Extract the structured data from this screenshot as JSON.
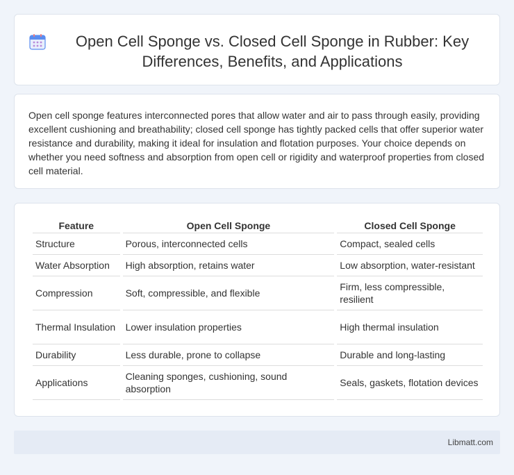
{
  "header": {
    "icon": "calendar-icon",
    "title": "Open Cell Sponge vs. Closed Cell Sponge in Rubber: Key Differences, Benefits, and Applications"
  },
  "intro": {
    "text": "Open cell sponge features interconnected pores that allow water and air to pass through easily, providing excellent cushioning and breathability; closed cell sponge has tightly packed cells that offer superior water resistance and durability, making it ideal for insulation and flotation purposes. Your choice depends on whether you need softness and absorption from open cell or rigidity and waterproof properties from closed cell material."
  },
  "table": {
    "headers": [
      "Feature",
      "Open Cell Sponge",
      "Closed Cell Sponge"
    ],
    "rows": [
      [
        "Structure",
        "Porous, interconnected cells",
        "Compact, sealed cells"
      ],
      [
        "Water Absorption",
        "High absorption, retains water",
        "Low absorption, water-resistant"
      ],
      [
        "Compression",
        "Soft, compressible, and flexible",
        "Firm, less compressible, resilient"
      ],
      [
        "Thermal Insulation",
        "Lower insulation properties",
        "High thermal insulation"
      ],
      [
        "Durability",
        "Less durable, prone to collapse",
        "Durable and long-lasting"
      ],
      [
        "Applications",
        "Cleaning sponges, cushioning, sound absorption",
        "Seals, gaskets, flotation devices"
      ]
    ]
  },
  "footer": {
    "text": "Libmatt.com"
  },
  "colors": {
    "background": "#f0f4fa",
    "card": "#ffffff",
    "footer": "#e5ebf5",
    "icon_blue": "#5b8def",
    "icon_red": "#f07a7a",
    "icon_grid": "#b98ad9"
  }
}
